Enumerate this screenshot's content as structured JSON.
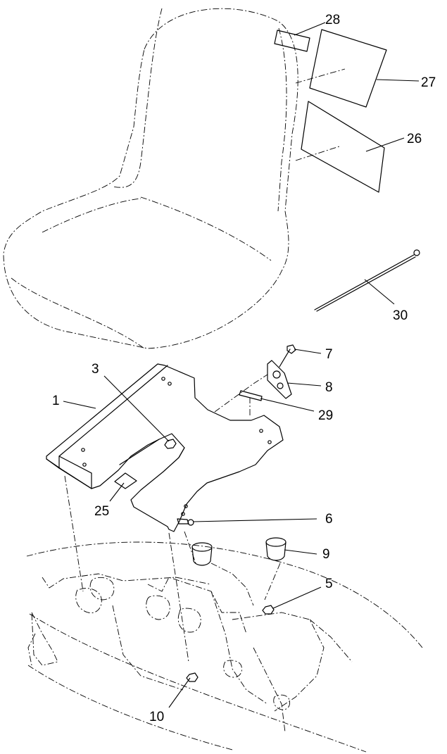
{
  "callouts": {
    "c28": "28",
    "c27": "27",
    "c26": "26",
    "c30": "30",
    "c7": "7",
    "c8": "8",
    "c29": "29",
    "c3": "3",
    "c1": "1",
    "c25": "25",
    "c6": "6",
    "c9": "9",
    "c5": "5",
    "c10": "10"
  }
}
